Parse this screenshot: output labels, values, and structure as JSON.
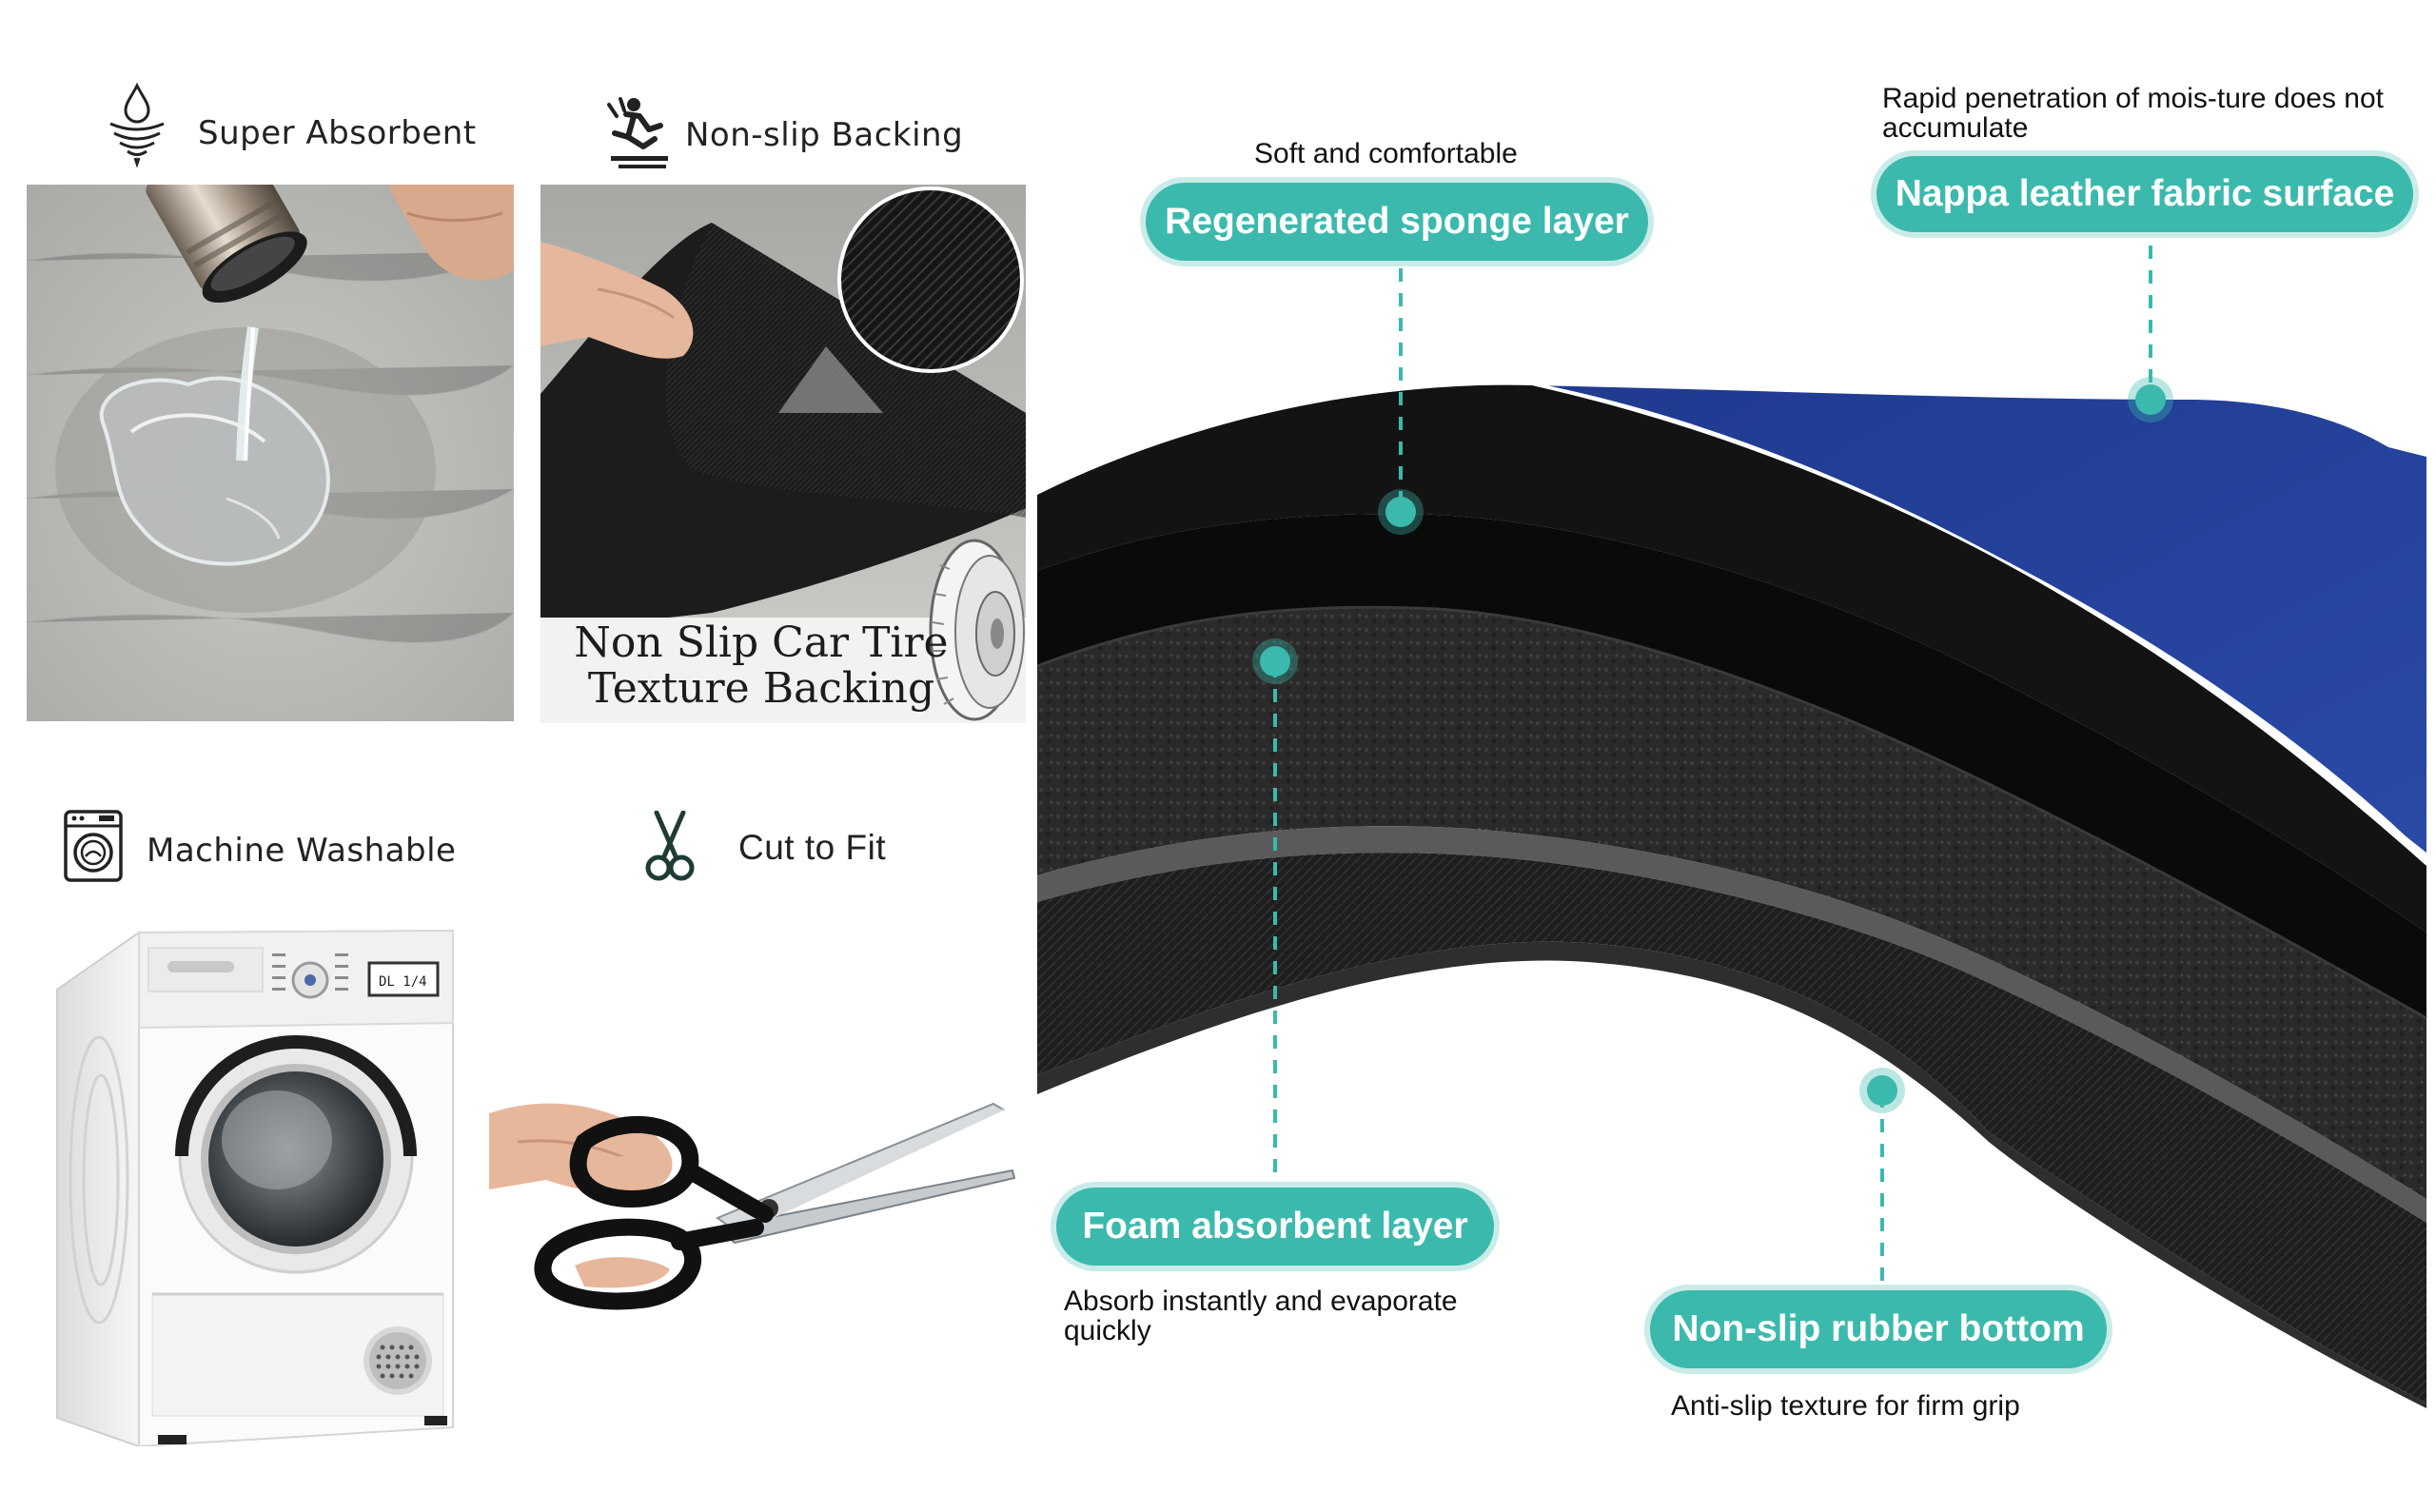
{
  "features": {
    "absorbent": {
      "label": "Super Absorbent",
      "icon": "water-drop-icon"
    },
    "nonslip": {
      "label": "Non-slip Backing",
      "icon": "slipping-person-icon"
    },
    "washable": {
      "label": "Machine Washable",
      "icon": "washing-machine-icon"
    },
    "cut": {
      "label": "Cut to Fit",
      "icon": "scissors-icon"
    }
  },
  "tire_caption": {
    "line1": "Non Slip Car Tire",
    "line2": "Texture Backing"
  },
  "washer_display": "DL  1/4",
  "layers": {
    "sponge": {
      "label": "Regenerated sponge layer",
      "note": "Soft and comfortable"
    },
    "nappa": {
      "label": "Nappa leather fabric surface",
      "note": "Rapid penetration of mois-ture does not accumulate"
    },
    "foam": {
      "label": "Foam absorbent layer",
      "note": "Absorb instantly and evaporate quickly"
    },
    "rubber": {
      "label": "Non-slip rubber bottom",
      "note": "Anti-slip texture for firm grip"
    }
  },
  "colors": {
    "accent": "#3cb9ad",
    "accent_glow": "#c9ece8",
    "surface_blue": "#223f95",
    "mat_black": "#141414"
  }
}
